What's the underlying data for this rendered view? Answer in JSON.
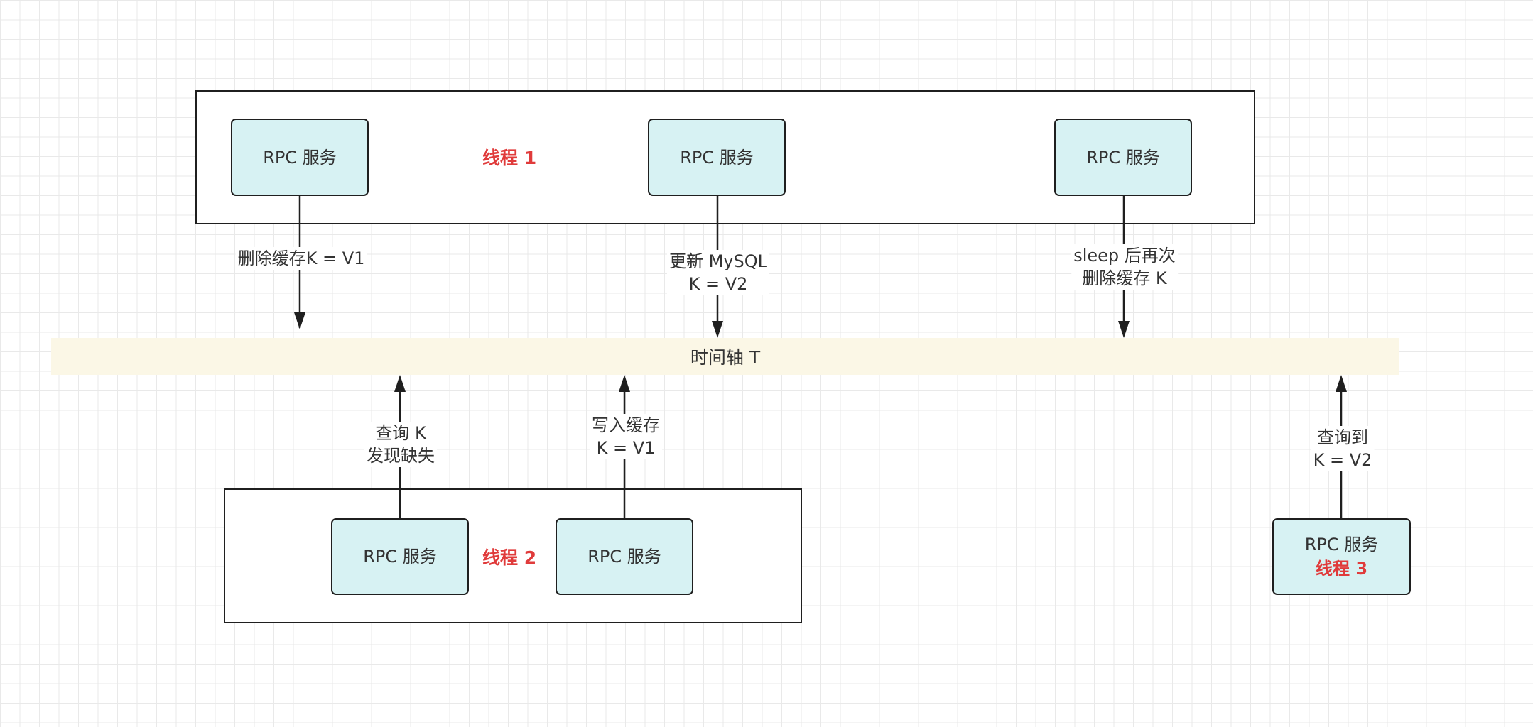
{
  "timeline": {
    "label": "时间轴 T"
  },
  "thread1": {
    "label": "线程 1",
    "nodes": [
      "RPC 服务",
      "RPC 服务",
      "RPC 服务"
    ],
    "edges": [
      {
        "line1": "删除缓存K = V1",
        "line2": ""
      },
      {
        "line1": "更新 MySQL",
        "line2": "K = V2"
      },
      {
        "line1": "sleep 后再次",
        "line2": "删除缓存 K"
      }
    ]
  },
  "thread2": {
    "label": "线程 2",
    "nodes": [
      "RPC 服务",
      "RPC 服务"
    ],
    "edges": [
      {
        "line1": "查询 K",
        "line2": "发现缺失"
      },
      {
        "line1": "写入缓存",
        "line2": "K = V1"
      }
    ]
  },
  "thread3": {
    "label": "线程 3",
    "nodes": [
      "RPC 服务"
    ],
    "edges": [
      {
        "line1": "查询到",
        "line2": "K = V2"
      }
    ]
  }
}
